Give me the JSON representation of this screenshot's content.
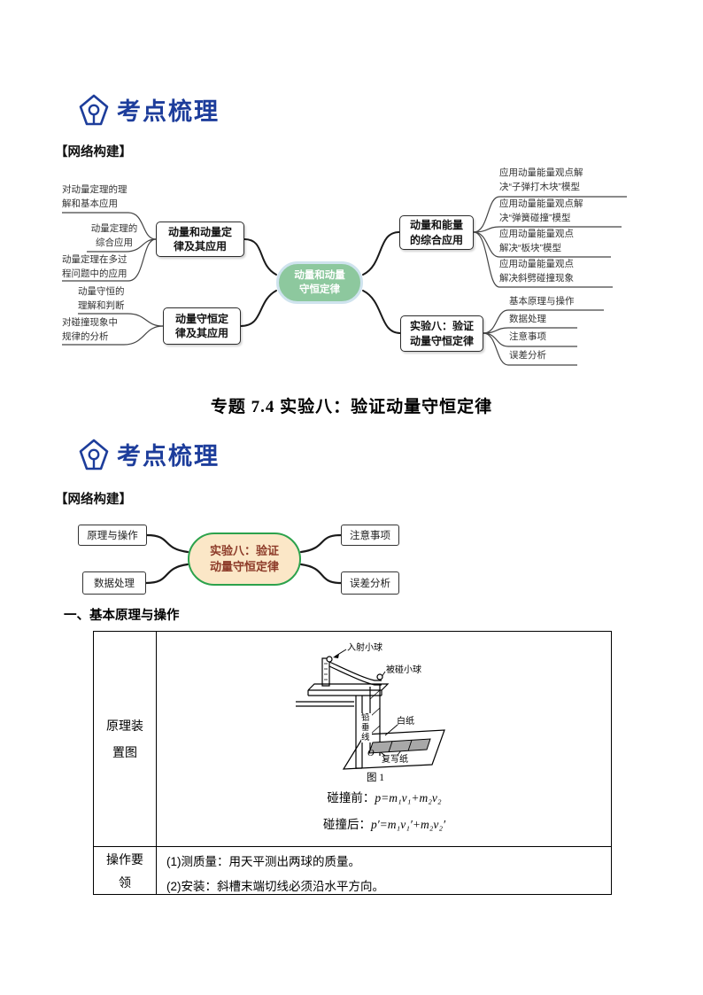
{
  "colors": {
    "accent_blue": "#1d3d9b",
    "mindmap1_center_fill": "#8dc89e",
    "mindmap1_center_ring": "#cfe3ee",
    "mindmap2_center_fill": "#fbe7c7",
    "mindmap2_center_border": "#2ca24c",
    "mindmap2_center_text": "#8c3a28",
    "carbon_paper_gray": "#a8a8a8"
  },
  "header1": {
    "title": "考点梳理",
    "subtitle": "【网络构建】"
  },
  "mindmap1": {
    "center": "动量和动量\n守恒定律",
    "box_tl": "动量和动量定\n律及其应用",
    "box_bl": "动量守恒定\n律及其应用",
    "box_tr": "动量和能量\n的综合应用",
    "box_br": "实验八：验证\n动量守恒定律",
    "left_items": [
      "对动量定理的理\n解和基本应用",
      "动量定理的\n综合应用",
      "动量定理在多过\n程问题中的应用",
      "动量守恒的\n理解和判断",
      "对碰撞现象中\n规律的分析"
    ],
    "right_items": [
      "应用动量能量观点解\n决“子弹打木块”模型",
      "应用动量能量观点解\n决“弹簧碰撞”模型",
      "应用动量能量观点\n解决“板块”模型",
      "应用动量能量观点\n解决斜劈碰撞现象",
      "基本原理与操作",
      "数据处理",
      "注意事项",
      "误差分析"
    ]
  },
  "doc_title": "专题 7.4 实验八：验证动量守恒定律",
  "header2": {
    "title": "考点梳理",
    "subtitle": "【网络构建】"
  },
  "mindmap2": {
    "center": "实验八：验证\n动量守恒定律",
    "items": [
      "原理与操作",
      "数据处理",
      "注意事项",
      "误差分析"
    ]
  },
  "section_heading": "一、基本原理与操作",
  "table": {
    "row1_label": "原理装\n置图",
    "row2_label": "操作要\n领",
    "row2_items": [
      "(1)测质量：用天平测出两球的质量。",
      "(2)安装：斜槽末端切线必须沿水平方向。"
    ],
    "figure": {
      "caption": "图 1",
      "labels": {
        "incident_ball": "入射小球",
        "struck_ball": "被碰小球",
        "plumb_line": "铅\n垂\n线",
        "white_paper": "白纸",
        "carbon_paper": "复写纸",
        "origin": "O"
      }
    },
    "formulas": {
      "before_label": "碰撞前：",
      "before_math": "p=m₁v₁+m₂v₂",
      "after_label": "碰撞后：",
      "after_math": "p′=m₁v₁′+m₂v₂′"
    }
  }
}
